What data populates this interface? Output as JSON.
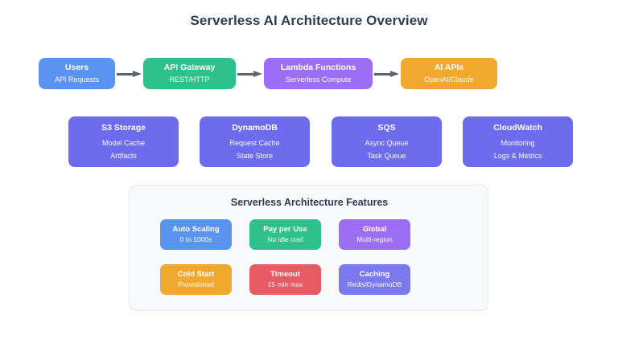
{
  "title": "Serverless AI Architecture Overview",
  "colors": {
    "blue": "#5b93f0",
    "green": "#2ec18b",
    "purple_light": "#9b6ef3",
    "orange": "#f0a92e",
    "indigo": "#6c6ced",
    "red": "#e85a63",
    "arrow": "#5a6472",
    "title_text": "#2c3e50",
    "panel_bg": "#f8f9fa",
    "panel_border": "#e3e6ea"
  },
  "flow": {
    "nodes": [
      {
        "title": "Users",
        "subtitle": "API Requests",
        "color": "#5b93f0"
      },
      {
        "title": "API Gateway",
        "subtitle": "REST/HTTP",
        "color": "#2ec18b"
      },
      {
        "title": "Lambda Functions",
        "subtitle": "Serverless Compute",
        "color": "#9b6ef3"
      },
      {
        "title": "AI APIs",
        "subtitle": "OpenAI/Claude",
        "color": "#f0a92e"
      }
    ],
    "arrows": [
      {
        "name": "arrow-users-to-api-gateway"
      },
      {
        "name": "arrow-api-gateway-to-lambda"
      },
      {
        "name": "arrow-lambda-to-ai-apis"
      }
    ]
  },
  "services": [
    {
      "title": "S3 Storage",
      "line1": "Model Cache",
      "line2": "Artifacts",
      "color": "#6c6ced"
    },
    {
      "title": "DynamoDB",
      "line1": "Request Cache",
      "line2": "State Store",
      "color": "#6c6ced"
    },
    {
      "title": "SQS",
      "line1": "Async Queue",
      "line2": "Task Queue",
      "color": "#6c6ced"
    },
    {
      "title": "CloudWatch",
      "line1": "Monitoring",
      "line2": "Logs & Metrics",
      "color": "#6c6ced"
    }
  ],
  "features": {
    "title": "Serverless Architecture Features",
    "cards": [
      {
        "title": "Auto Scaling",
        "subtitle": "0 to 1000s",
        "color": "#5b93f0"
      },
      {
        "title": "Pay per Use",
        "subtitle": "No idle cost",
        "color": "#2ec18b"
      },
      {
        "title": "Global",
        "subtitle": "Multi-region",
        "color": "#9b6ef3"
      },
      {
        "title": "Cold Start",
        "subtitle": "Provisioned",
        "color": "#f0a92e"
      },
      {
        "title": "Timeout",
        "subtitle": "15 min max",
        "color": "#e85a63"
      },
      {
        "title": "Caching",
        "subtitle": "Redis/DynamoDB",
        "color": "#7b79f0"
      }
    ]
  }
}
